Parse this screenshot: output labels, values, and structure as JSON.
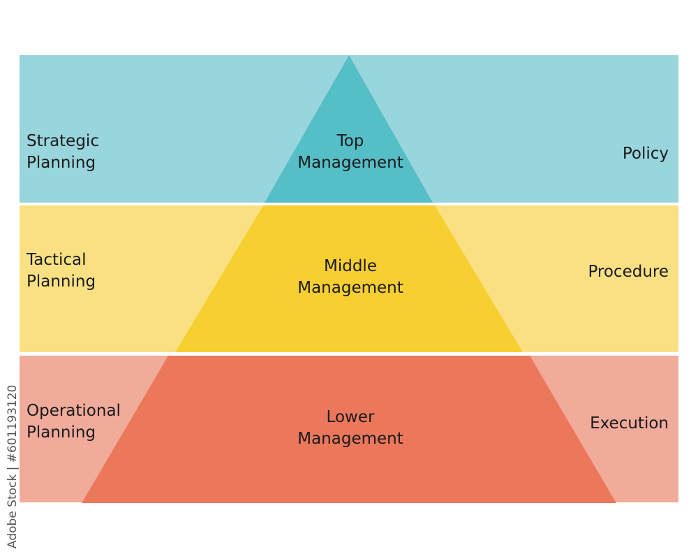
{
  "colors": {
    "top_band": "#98d5dc",
    "top_tier": "#55bec7",
    "middle_band": "#f9e183",
    "middle_tier": "#f8cf31",
    "lower_band": "#f1ab9b",
    "lower_tier": "#ec785c",
    "text": "#1a1a1a"
  },
  "levels": [
    {
      "planning_line1": "Strategic",
      "planning_line2": "Planning",
      "management_line1": "Top",
      "management_line2": "Management",
      "output": "Policy"
    },
    {
      "planning_line1": "Tactical",
      "planning_line2": "Planning",
      "management_line1": "Middle",
      "management_line2": "Management",
      "output": "Procedure"
    },
    {
      "planning_line1": "Operational",
      "planning_line2": "Planning",
      "management_line1": "Lower",
      "management_line2": "Management",
      "output": "Execution"
    }
  ],
  "credit": "Adobe Stock | #601193120"
}
